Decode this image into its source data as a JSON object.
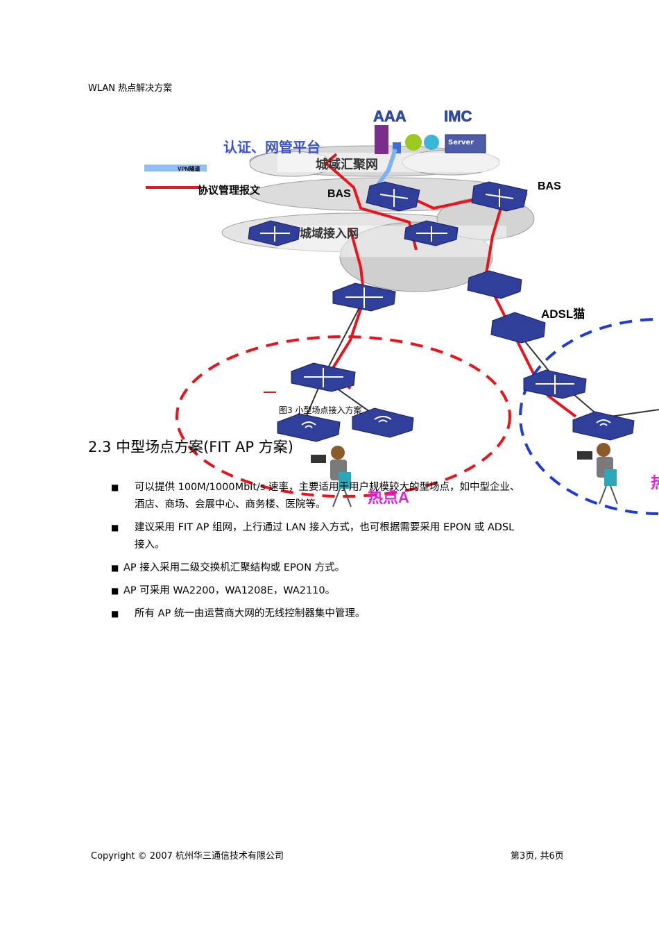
{
  "header": {
    "title": "WLAN 热点解决方案"
  },
  "diagram": {
    "labels": {
      "aaa": "AAA",
      "imc": "IMC",
      "platform": "认证、网管平台",
      "legend_vpn": "VPN隧道",
      "legend_protocol": "协议管理报文",
      "metro_agg": "城域汇聚网",
      "bas_left": "BAS",
      "bas_right": "BAS",
      "access": "城域接入网",
      "adsl": "ADSL猫",
      "hotspot_a": "热点A",
      "hotspot_b": "热",
      "server": "Server"
    },
    "colors": {
      "red": "#e8141c",
      "blue": "#1d3bd6",
      "device": "#2b3a8c",
      "magenta": "#e01ee0"
    }
  },
  "caption": "图3  小型场点接入方案",
  "section": {
    "title": "2.3  中型场点方案(FIT AP 方案)"
  },
  "bullets": [
    {
      "mark": "■",
      "line1": "可以提供  100M/1000Mbit/s  速率，主要适用于用户规模较大的型场点，如中型企业、",
      "line2": "酒店、商场、会展中心、商务楼、医院等。"
    },
    {
      "mark": "■",
      "line1": "建议采用 FIT AP  组网，上行通过 LAN 接入方式，也可根据需要采用 EPON 或 ADSL",
      "line2": "接入。"
    },
    {
      "mark": "■",
      "line1": "AP    接入采用二级交换机汇聚结构或 EPON 方式。",
      "line2": ""
    },
    {
      "mark": "■",
      "line1": "AP    可采用 WA2200，WA1208E，WA2110。",
      "line2": ""
    },
    {
      "mark": "■",
      "line1": "所有 AP 统一由运营商大网的无线控制器集中管理。",
      "line2": ""
    }
  ],
  "footer": {
    "copyright": "Copyright © 2007  杭州华三通信技术有限公司",
    "page": "第3页, 共6页"
  }
}
